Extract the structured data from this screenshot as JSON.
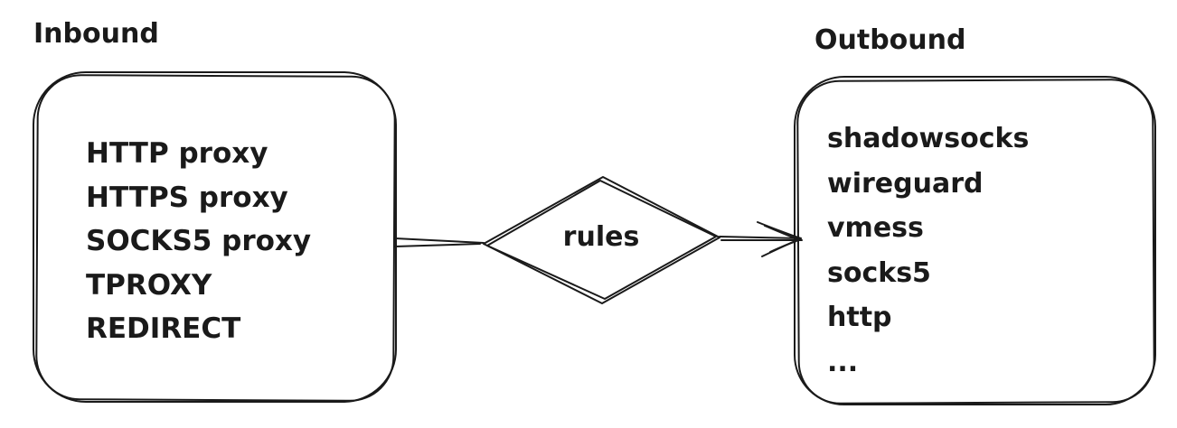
{
  "diagram": {
    "background_color": "#ffffff",
    "stroke_color": "#1a1a1a",
    "inbound": {
      "title": "Inbound",
      "items": [
        "HTTP proxy",
        "HTTPS proxy",
        "SOCKS5 proxy",
        "TPROXY",
        "REDIRECT"
      ]
    },
    "rules": {
      "label": "rules"
    },
    "outbound": {
      "title": "Outbound",
      "items": [
        "shadowsocks",
        "wireguard",
        "vmess",
        "socks5",
        "http",
        "..."
      ]
    }
  }
}
